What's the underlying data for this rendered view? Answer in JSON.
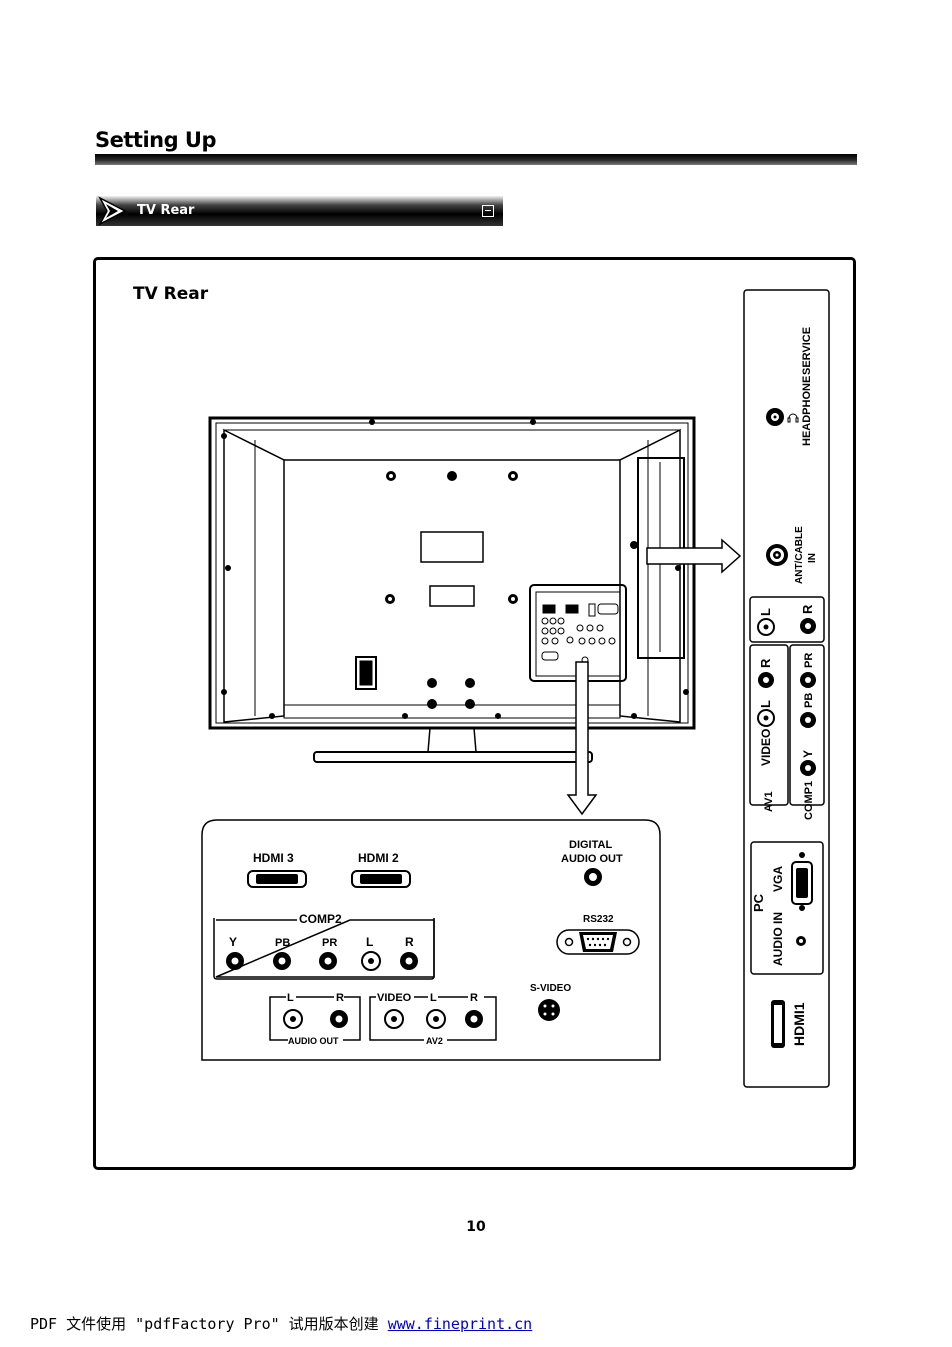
{
  "header": {
    "section_title": "Setting Up"
  },
  "subheader": {
    "label": "TV Rear"
  },
  "frame": {
    "title": "TV Rear"
  },
  "side_panel": {
    "headphone": "HEADPHONE",
    "service": "SERVICE",
    "ant_cable_line1": "ANT/CABLE",
    "ant_cable_line2": "IN",
    "av1": "AV1",
    "video": "VIDEO",
    "l": "L",
    "r": "R",
    "comp1": "COMP1",
    "y": "Y",
    "pb": "PB",
    "pr": "PR",
    "pc": "PC",
    "audio_in": "AUDIO IN",
    "vga": "VGA",
    "hdmi1": "HDMI1"
  },
  "bottom_panel": {
    "hdmi3": "HDMI 3",
    "hdmi2": "HDMI 2",
    "digital_line1": "DIGITAL",
    "digital_line2": "AUDIO OUT",
    "comp2": "COMP2",
    "y": "Y",
    "pb": "PB",
    "pr": "PR",
    "l": "L",
    "r": "R",
    "rs232": "RS232",
    "s_video": "S-VIDEO",
    "video": "VIDEO",
    "audio_out": "AUDIO OUT",
    "av2": "AV2"
  },
  "page_number": "10",
  "footer": {
    "text": "PDF 文件使用 \"pdfFactory Pro\" 试用版本创建",
    "link": "www.fineprint.cn"
  }
}
